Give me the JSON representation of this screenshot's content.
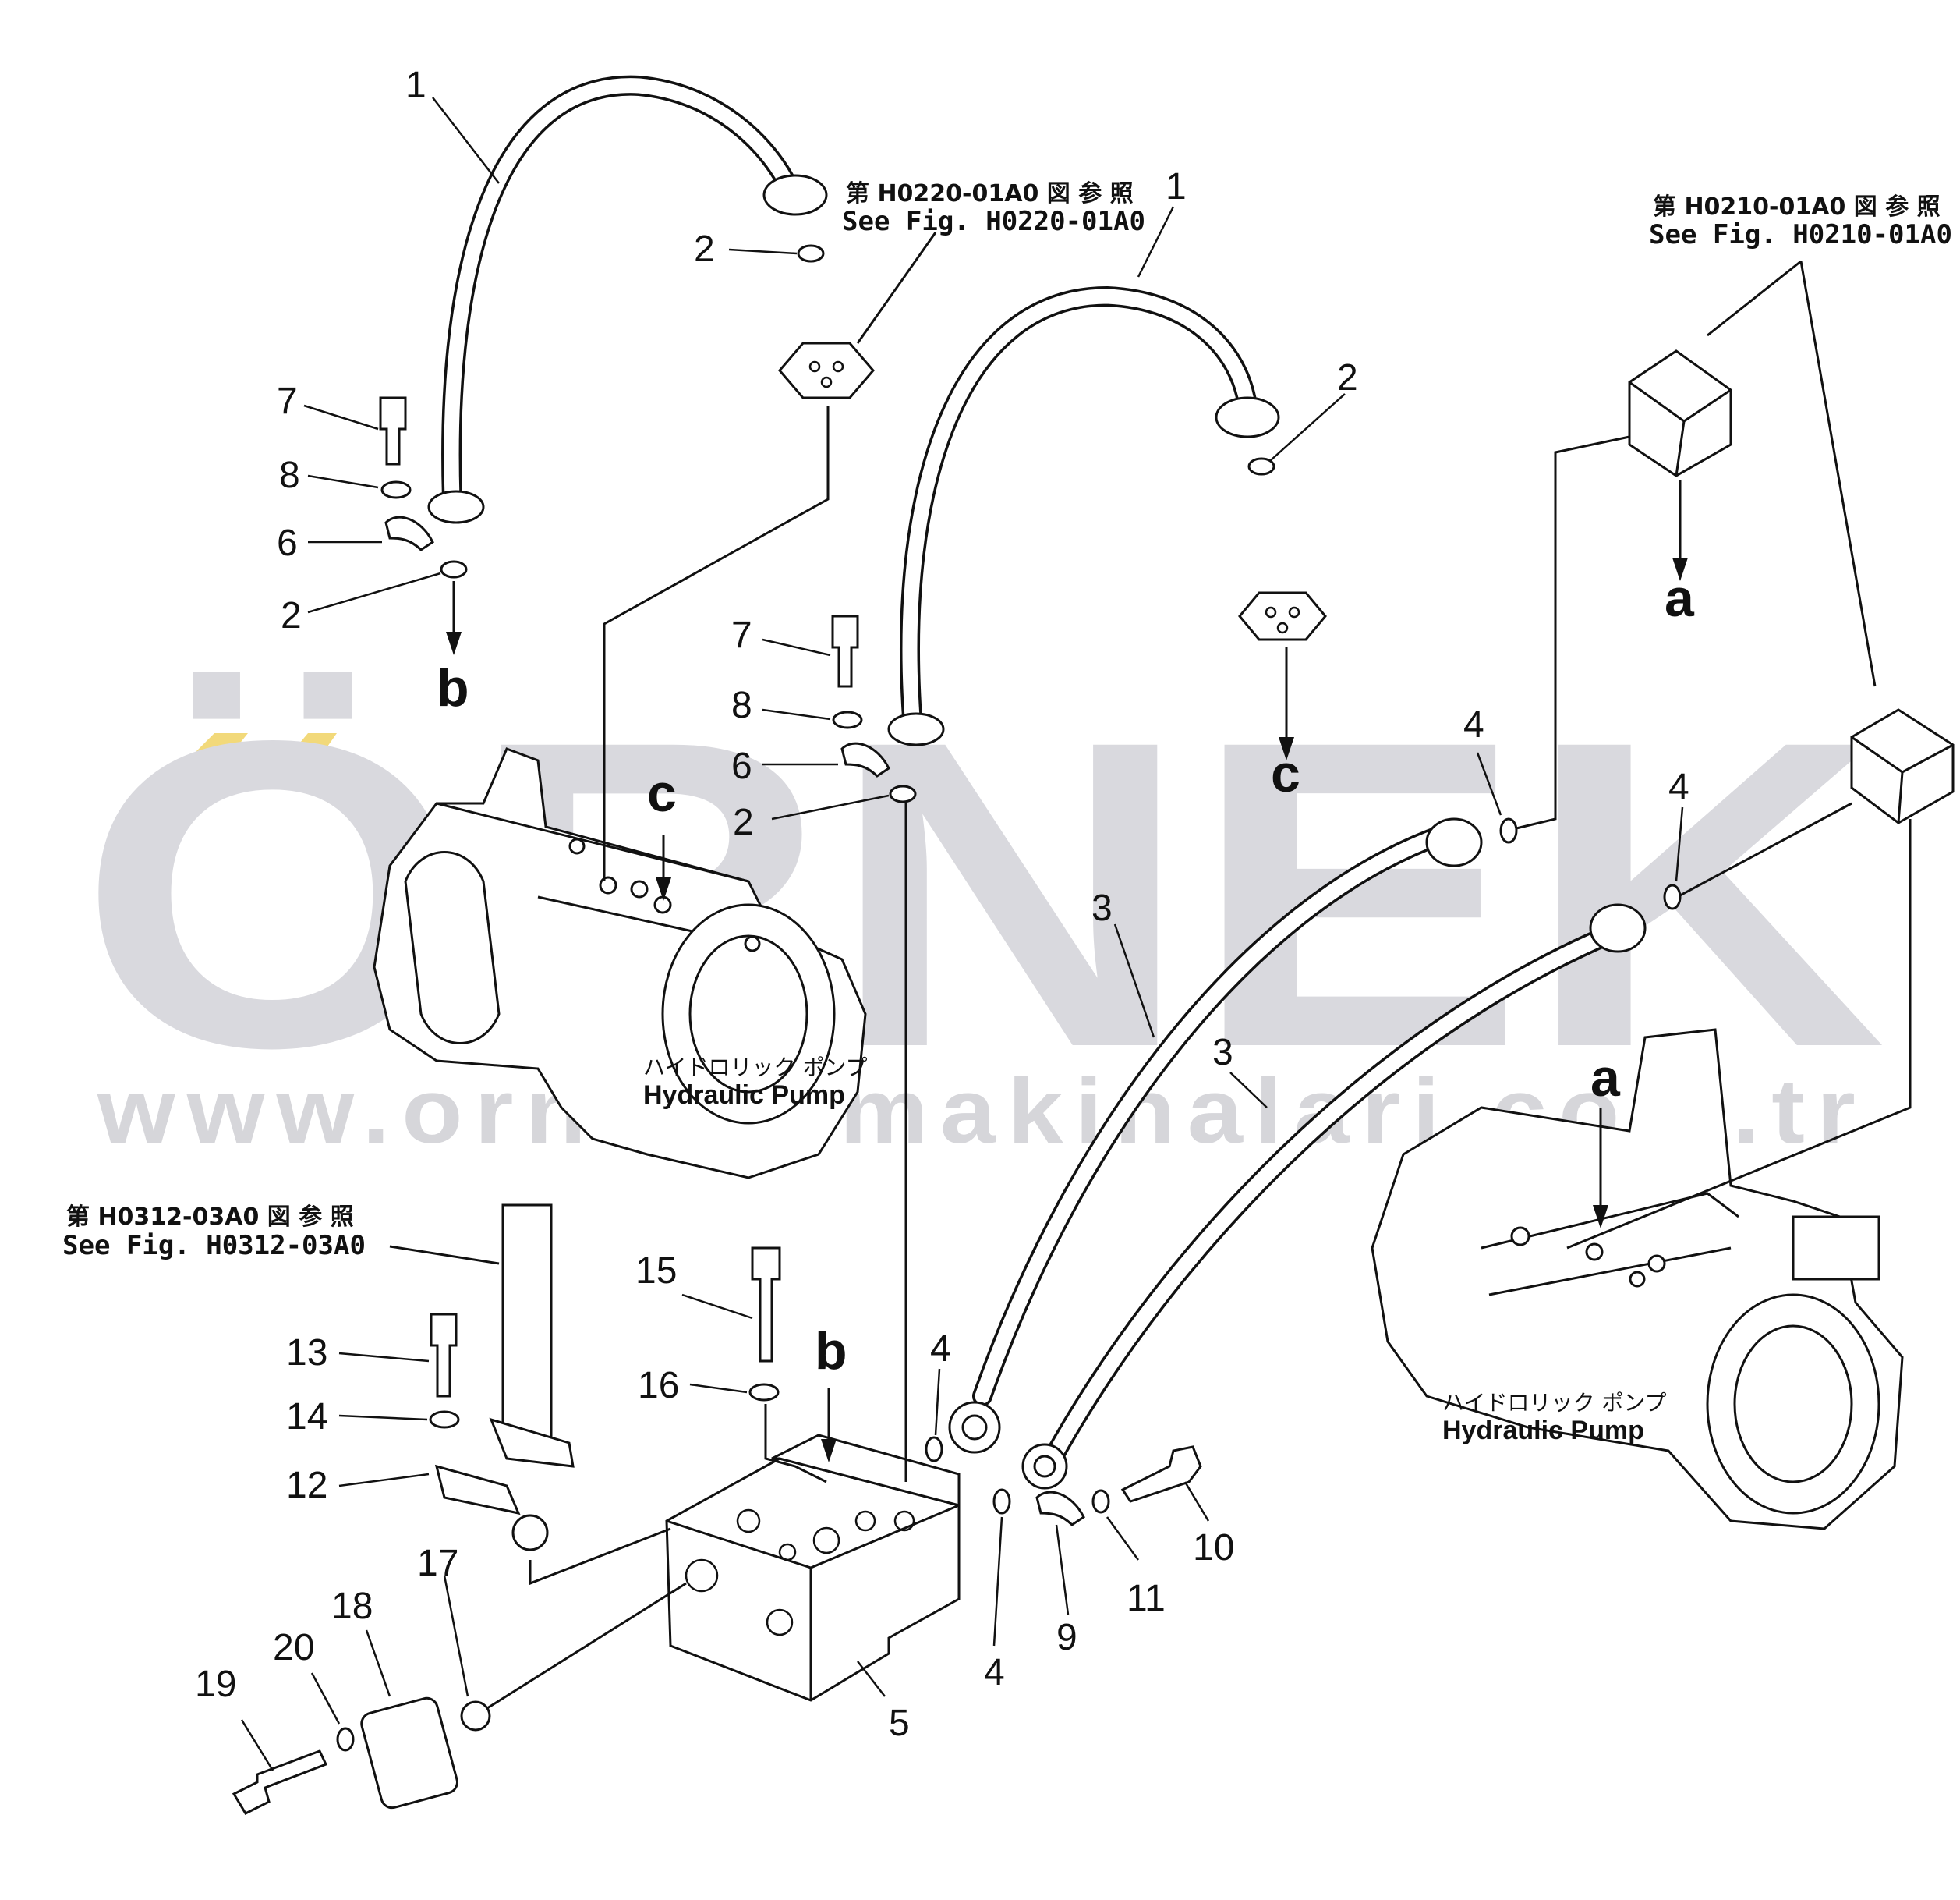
{
  "watermark": {
    "brand": "ÖRNEK",
    "url": "www.ornekismakinalari.com.tr",
    "accent_color": "#f2d97a",
    "text_color": "#d9d9de"
  },
  "references": [
    {
      "id": "ref-h0220",
      "jp": "第 H0220-01A0 図 参 照",
      "en": "See Fig. H0220-01A0"
    },
    {
      "id": "ref-h0210",
      "jp": "第 H0210-01A0 図 参 照",
      "en": "See Fig. H0210-01A0"
    },
    {
      "id": "ref-h0312",
      "jp": "第 H0312-03A0 図 参 照",
      "en": "See Fig. H0312-03A0"
    }
  ],
  "pumps": [
    {
      "id": "pump-left",
      "jp": "ハイドロリック ポンプ",
      "en": "Hydraulic Pump"
    },
    {
      "id": "pump-right",
      "jp": "ハイドロリック ポンプ",
      "en": "Hydraulic Pump"
    }
  ],
  "connection_letters": [
    "a",
    "b",
    "c"
  ],
  "part_numbers": [
    "1",
    "2",
    "3",
    "4",
    "5",
    "6",
    "7",
    "8",
    "9",
    "10",
    "11",
    "12",
    "13",
    "14",
    "15",
    "16",
    "17",
    "18",
    "19",
    "20"
  ]
}
